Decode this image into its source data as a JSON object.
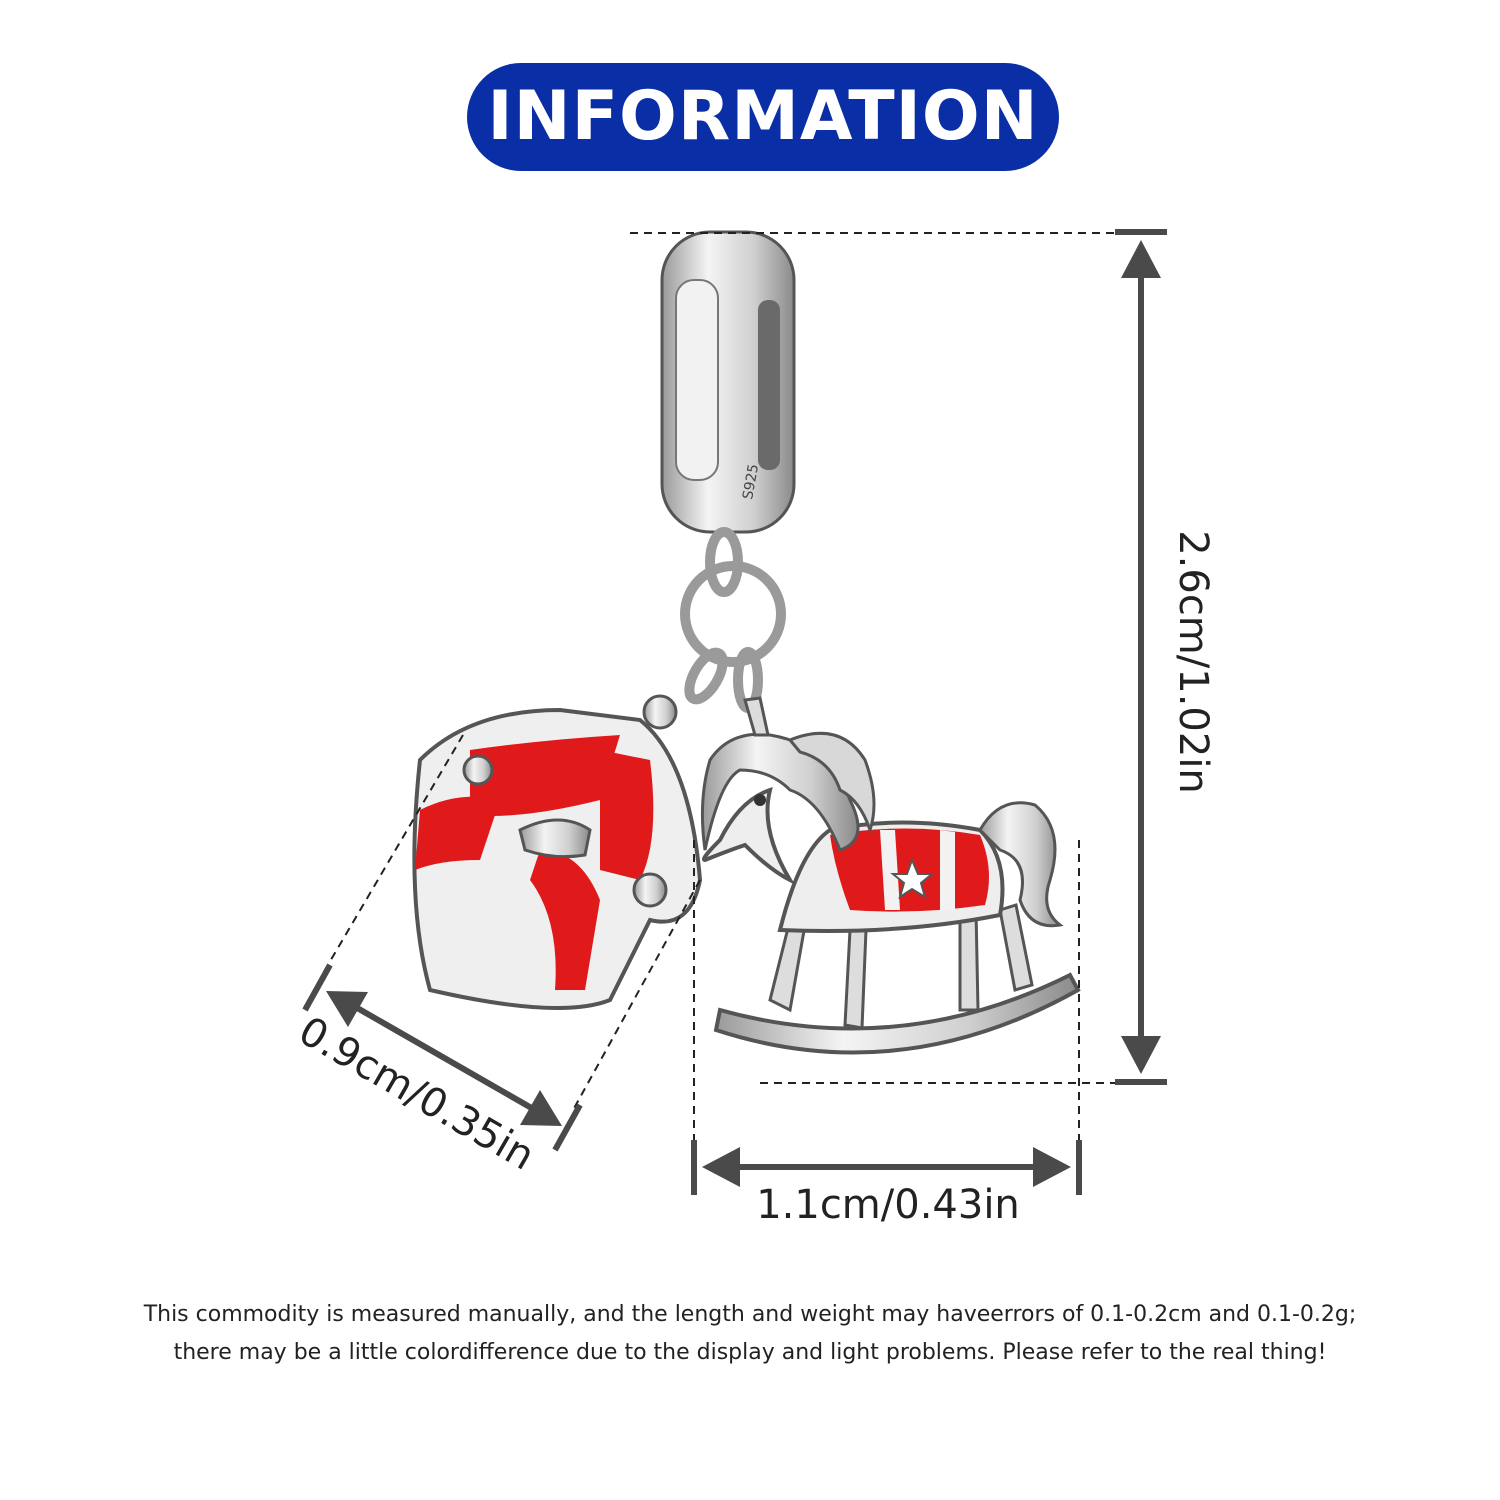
{
  "banner": {
    "title": "INFORMATION",
    "color": "#0a2ea5"
  },
  "dimensions": {
    "height": "2.6cm/1.02in",
    "width": "1.1cm/0.43in",
    "depth": "0.9cm/0.35in"
  },
  "bail_stamp": "S925",
  "note": {
    "line1": "This commodity is measured manually, and the length and weight may haveerrors of 0.1-0.2cm and 0.1-0.2g;",
    "line2": "there may be a little colordifference due to the display and light problems. Please refer to the real thing!"
  },
  "colors": {
    "enamel": "#e01a1a",
    "silver": "#c9c9c9",
    "arrow": "#4a4a4a"
  }
}
